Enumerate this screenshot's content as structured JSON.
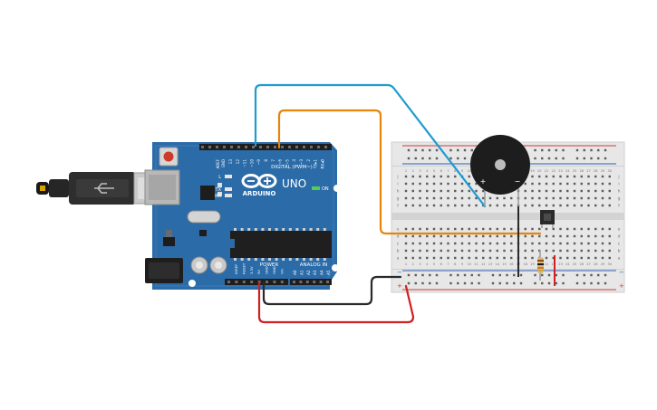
{
  "board": {
    "logo_text": "ARDUINO",
    "model": "UNO",
    "digital_label": "DIGITAL (PWM~)",
    "power_label": "POWER",
    "analog_label": "ANALOG IN",
    "on_label": "ON",
    "l_label": "L",
    "tx_label": "TX",
    "rx_label": "RX",
    "aref_label": "AREF",
    "gnd_label": "GND",
    "digital_pins": [
      "13",
      "12",
      "~11",
      "~10",
      "~9",
      "8",
      "7",
      "~6",
      "~5",
      "4",
      "~3",
      "2",
      "TX▸1",
      "RX◂0"
    ],
    "power_pins": [
      "IOREF",
      "RESET",
      "3.3V",
      "5V",
      "GND",
      "GND",
      "Vin"
    ],
    "analog_pins": [
      "A0",
      "A1",
      "A2",
      "A3",
      "A4",
      "A5"
    ]
  },
  "breadboard": {
    "col_numbers": [
      "1",
      "2",
      "3",
      "4",
      "5",
      "6",
      "7",
      "8",
      "9",
      "10",
      "11",
      "12",
      "13",
      "14",
      "15",
      "16",
      "17",
      "18",
      "19",
      "20",
      "21",
      "22",
      "23",
      "24",
      "25",
      "26",
      "27",
      "28",
      "29",
      "30"
    ],
    "row_letters_top": [
      "j",
      "i",
      "h",
      "g",
      "f"
    ],
    "row_letters_bottom": [
      "e",
      "d",
      "c",
      "b",
      "a"
    ],
    "rail_plus": "+",
    "rail_minus": "−"
  },
  "buzzer": {
    "plus": "+",
    "minus": "−"
  },
  "colors": {
    "board": "#2b6ba8",
    "wire_blue": "#1e9bd0",
    "wire_orange": "#e4860c",
    "wire_black": "#2a2a2a",
    "wire_red": "#d02020"
  }
}
